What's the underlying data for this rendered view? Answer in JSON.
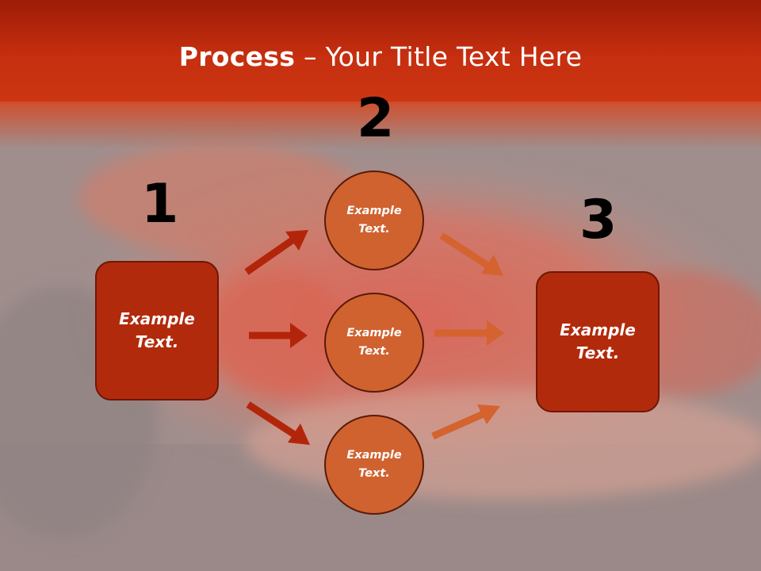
{
  "slide": {
    "title_bold": "Process",
    "title_rest": " – Your Title Text Here",
    "colors": {
      "header_red": "#c8300e",
      "box_fill": "#b22a0c",
      "circle_fill": "#d0622f",
      "arrow_dark": "#b3250a",
      "arrow_light": "#d4632f"
    },
    "step_numbers": {
      "one": "1",
      "two": "2",
      "three": "3"
    },
    "left_box": {
      "text": "Example\nText."
    },
    "circles": [
      {
        "text": "Example\nText."
      },
      {
        "text": "Example\nText."
      },
      {
        "text": "Example\nText."
      }
    ],
    "right_box": {
      "text": "Example\nText."
    }
  }
}
